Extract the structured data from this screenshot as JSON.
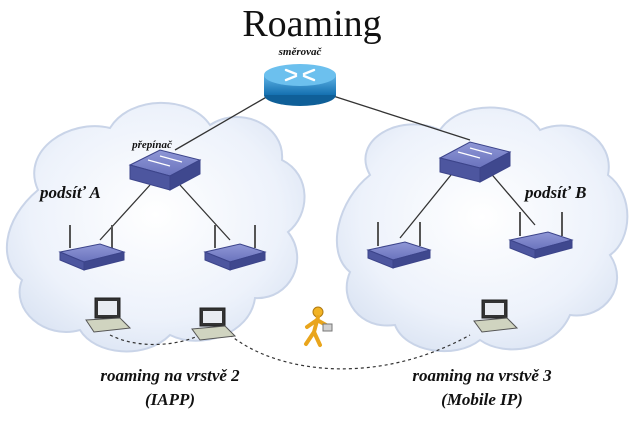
{
  "diagram": {
    "title": "Roaming",
    "router_label": "směrovač",
    "switch_label": "přepínač",
    "subnet_a_label": "podsíť A",
    "subnet_b_label": "podsíť B",
    "layer2_caption": "roaming na vrstvě 2",
    "layer2_protocol": "(IAPP)",
    "layer3_caption": "roaming na vrstvě 3",
    "layer3_protocol": "(Mobile IP)"
  },
  "colors": {
    "cloud_fill": "#eaf0fb",
    "cloud_stroke": "#c8d3e6",
    "router": "#1f86c7",
    "device": "#5a64b0",
    "link": "#333333",
    "text": "#111111"
  },
  "icons": {
    "router": "router-icon",
    "switch": "switch-icon",
    "access_point": "access-point-icon",
    "laptop": "laptop-icon",
    "walking_person": "walking-person-icon"
  }
}
